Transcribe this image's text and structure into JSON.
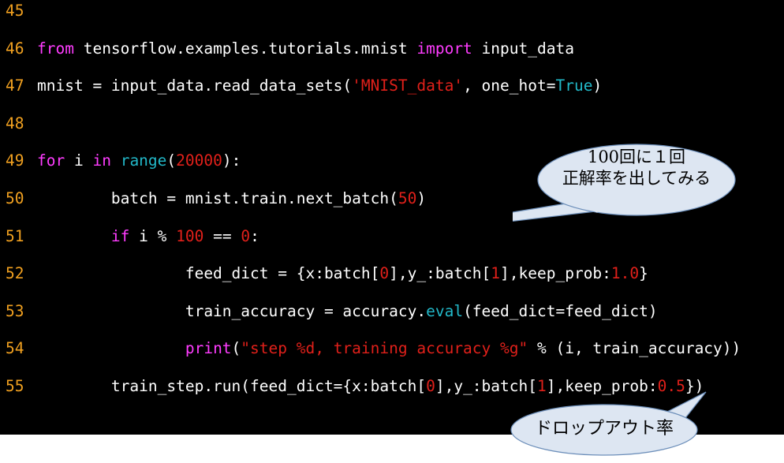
{
  "editor": {
    "lines": [
      {
        "num": "45",
        "tokens": []
      },
      {
        "num": "46",
        "tokens": [
          {
            "t": "k",
            "v": "from"
          },
          {
            "t": "t",
            "v": " tensorflow.examples.tutorials.mnist "
          },
          {
            "t": "k",
            "v": "import"
          },
          {
            "t": "t",
            "v": " input_data"
          }
        ]
      },
      {
        "num": "47",
        "tokens": [
          {
            "t": "t",
            "v": "mnist = input_data.read_data_sets("
          },
          {
            "t": "s",
            "v": "'MNIST_data'"
          },
          {
            "t": "t",
            "v": ", one_hot="
          },
          {
            "t": "b",
            "v": "True"
          },
          {
            "t": "t",
            "v": ")"
          }
        ]
      },
      {
        "num": "48",
        "tokens": []
      },
      {
        "num": "49",
        "tokens": [
          {
            "t": "k",
            "v": "for"
          },
          {
            "t": "t",
            "v": " i "
          },
          {
            "t": "k",
            "v": "in"
          },
          {
            "t": "t",
            "v": " "
          },
          {
            "t": "b",
            "v": "range"
          },
          {
            "t": "t",
            "v": "("
          },
          {
            "t": "n",
            "v": "20000"
          },
          {
            "t": "t",
            "v": "):"
          }
        ]
      },
      {
        "num": "50",
        "tokens": [
          {
            "t": "t",
            "v": "        batch = mnist.train.next_batch("
          },
          {
            "t": "n",
            "v": "50"
          },
          {
            "t": "t",
            "v": ")"
          }
        ]
      },
      {
        "num": "51",
        "tokens": [
          {
            "t": "t",
            "v": "        "
          },
          {
            "t": "k",
            "v": "if"
          },
          {
            "t": "t",
            "v": " i % "
          },
          {
            "t": "n",
            "v": "100"
          },
          {
            "t": "t",
            "v": " == "
          },
          {
            "t": "n",
            "v": "0"
          },
          {
            "t": "t",
            "v": ":"
          }
        ]
      },
      {
        "num": "52",
        "tokens": [
          {
            "t": "t",
            "v": "                feed_dict = {x:batch["
          },
          {
            "t": "n",
            "v": "0"
          },
          {
            "t": "t",
            "v": "],y_:batch["
          },
          {
            "t": "n",
            "v": "1"
          },
          {
            "t": "t",
            "v": "],keep_prob:"
          },
          {
            "t": "n",
            "v": "1.0"
          },
          {
            "t": "t",
            "v": "}"
          }
        ]
      },
      {
        "num": "53",
        "tokens": [
          {
            "t": "t",
            "v": "                train_accuracy = accuracy."
          },
          {
            "t": "b",
            "v": "eval"
          },
          {
            "t": "t",
            "v": "(feed_dict=feed_dict)"
          }
        ]
      },
      {
        "num": "54",
        "tokens": [
          {
            "t": "t",
            "v": "                "
          },
          {
            "t": "k",
            "v": "print"
          },
          {
            "t": "t",
            "v": "("
          },
          {
            "t": "s",
            "v": "\"step %d, training accuracy %g\""
          },
          {
            "t": "t",
            "v": " % (i, train_accuracy))"
          }
        ]
      },
      {
        "num": "55",
        "tokens": [
          {
            "t": "t",
            "v": "        train_step.run(feed_dict={x:batch["
          },
          {
            "t": "n",
            "v": "0"
          },
          {
            "t": "t",
            "v": "],y_:batch["
          },
          {
            "t": "n",
            "v": "1"
          },
          {
            "t": "t",
            "v": "],keep_prob:"
          },
          {
            "t": "n",
            "v": "0.5"
          },
          {
            "t": "t",
            "v": "})"
          }
        ]
      }
    ]
  },
  "callouts": {
    "eval": {
      "line1": "100回に１回",
      "line2": "正解率を出してみる"
    },
    "dropout": {
      "text": "ドロップアウト率"
    }
  },
  "colors": {
    "keyword": "#ff3cff",
    "builtin": "#22b8c8",
    "number": "#e0201a",
    "line_number": "#f0a020",
    "background": "#000000",
    "callout_fill": "#dde6f2"
  }
}
